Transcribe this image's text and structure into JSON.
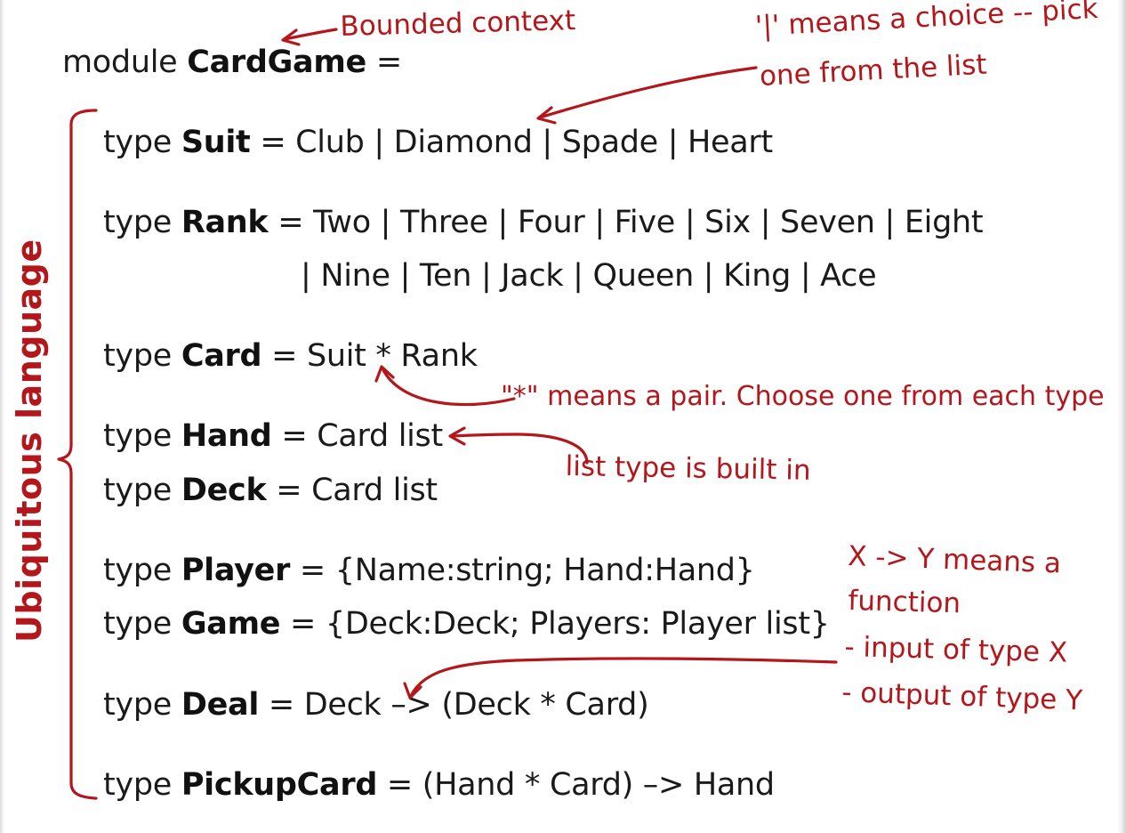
{
  "code": {
    "module": {
      "keyword": "module",
      "name": "CardGame",
      "eq": "="
    },
    "types": [
      {
        "kw": "type",
        "name": "Suit",
        "eq": "=",
        "body": "Club | Diamond | Spade | Heart"
      },
      {
        "kw": "type",
        "name": "Rank",
        "eq": "=",
        "body": "Two | Three | Four | Five | Six | Seven | Eight",
        "cont": "| Nine | Ten | Jack | Queen | King | Ace"
      },
      {
        "kw": "type",
        "name": "Card",
        "eq": "=",
        "body": "Suit * Rank"
      },
      {
        "kw": "type",
        "name": "Hand",
        "eq": "=",
        "body": "Card list"
      },
      {
        "kw": "type",
        "name": "Deck",
        "eq": "=",
        "body": "Card list"
      },
      {
        "kw": "type",
        "name": "Player",
        "eq": "=",
        "body": "{Name:string; Hand:Hand}"
      },
      {
        "kw": "type",
        "name": "Game",
        "eq": "=",
        "body": "{Deck:Deck; Players: Player list}"
      },
      {
        "kw": "type",
        "name": "Deal",
        "eq": "=",
        "body": "Deck –> (Deck * Card)"
      },
      {
        "kw": "type",
        "name": "PickupCard",
        "eq": "=",
        "body": "(Hand * Card) –> Hand"
      }
    ]
  },
  "annotations": {
    "bounded_context": "Bounded context",
    "choice_line1": "'|' means a choice -- pick",
    "choice_line2": "one from the list",
    "pair": "\"*\" means a pair. Choose one from each type",
    "list": "list type is built in",
    "func_line1": "X -> Y means a",
    "func_line2": "function",
    "func_line3": "- input of type X",
    "func_line4": "- output of type Y",
    "ubiquitous": "Ubiquitous language"
  },
  "colors": {
    "annotation": "#b3161b",
    "text": "#1a1a1a"
  }
}
